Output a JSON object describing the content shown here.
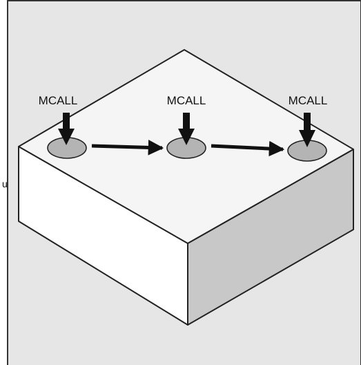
{
  "diagram": {
    "calls": [
      {
        "label": "MCALL"
      },
      {
        "label": "MCALL"
      },
      {
        "label": "MCALL"
      }
    ],
    "margin_glyph": "u"
  },
  "colors": {
    "panel_background": "#e6e6e6",
    "frame": "#333333",
    "top_face": "#f5f5f5",
    "left_face": "#ffffff",
    "right_face": "#c8c8c8",
    "edge": "#222222",
    "hole_fill": "#b4b4b4",
    "arrow": "#111111"
  }
}
